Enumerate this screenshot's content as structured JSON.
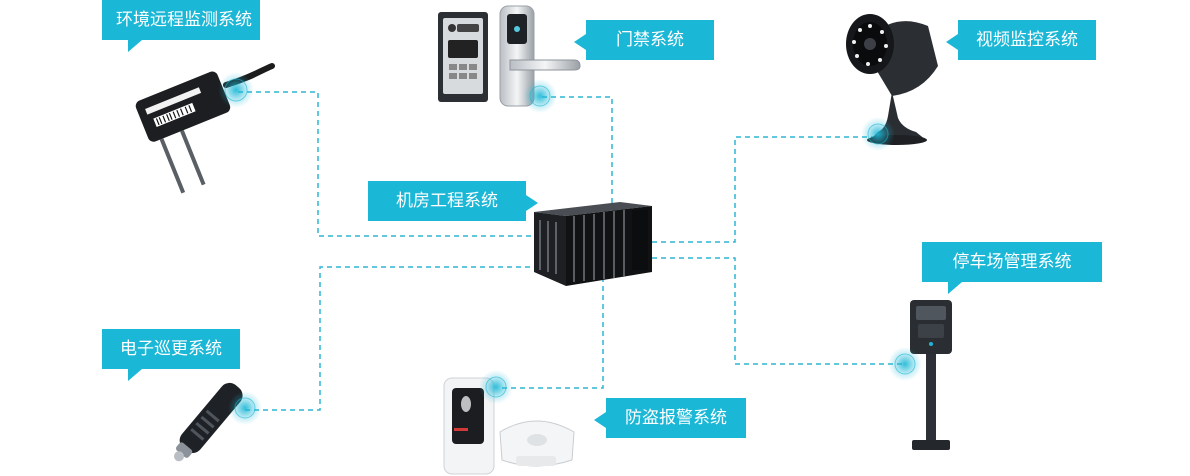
{
  "colors": {
    "accent": "#1bb7d6",
    "dash": "#2fb6d2",
    "device_dark": "#2a2d32",
    "device_light": "#e9ecef"
  },
  "labels": {
    "env": "环境远程监测系统",
    "access": "门禁系统",
    "video": "视频监控系统",
    "server": "机房工程系统",
    "parking": "停车场管理系统",
    "patrol": "电子巡更系统",
    "alarm": "防盗报警系统"
  },
  "devices": {
    "env": "soil-sensor-icon",
    "access": "door-lock-icon",
    "video": "cctv-camera-icon",
    "server": "server-rack-icon",
    "parking": "parking-terminal-icon",
    "patrol": "patrol-wand-icon",
    "alarm": "alarm-sensor-icon"
  }
}
